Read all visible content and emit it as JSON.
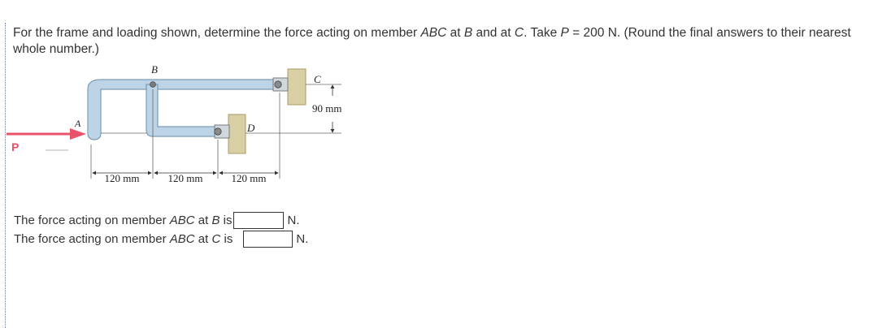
{
  "question": {
    "text_1": "For the frame and loading shown, determine the force acting on member ",
    "member": "ABC",
    "text_2": " at ",
    "point_b": "B",
    "text_3": " and at ",
    "point_c": "C",
    "text_4": ". Take ",
    "p_symbol": "P",
    "text_5": " = 200 N. (Round the final answers to their nearest whole number.)"
  },
  "figure": {
    "labels": {
      "B": "B",
      "C": "C",
      "D": "D",
      "A": "A",
      "P": "P"
    },
    "dimensions": {
      "vertical": "90 mm",
      "span_1": "120 mm",
      "span_2": "120 mm",
      "span_3": "120 mm"
    },
    "colors": {
      "member_fill": "#bcd4e6",
      "member_stroke": "#7b9cb6",
      "support_fill": "#d9cfa4",
      "force_arrow": "#e8536a"
    }
  },
  "answers": [
    {
      "prefix": "The force acting on member ",
      "member": "ABC",
      "mid": " at ",
      "point": "B",
      "suffix": " is",
      "value": "",
      "unit": "N."
    },
    {
      "prefix": "The force acting on member ",
      "member": "ABC",
      "mid": " at ",
      "point": "C",
      "suffix": " is",
      "value": "",
      "unit": "N."
    }
  ]
}
